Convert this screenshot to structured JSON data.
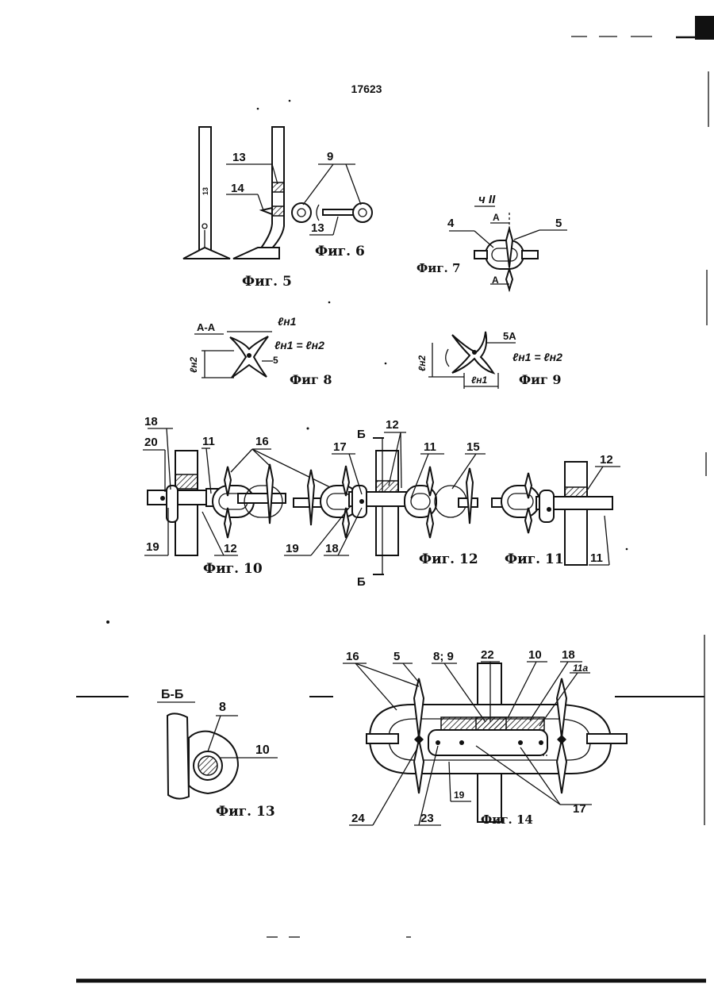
{
  "document": {
    "patent_number": "17623"
  },
  "figures": {
    "fig5": {
      "caption": "Фиг. 5"
    },
    "fig6": {
      "caption": "Фиг. 6",
      "labels": [
        "13",
        "14",
        "9",
        "13"
      ]
    },
    "fig7": {
      "caption": "Фиг. 7",
      "view": "ч II",
      "labels": [
        "4",
        "5",
        "А",
        "А"
      ]
    },
    "fig8": {
      "caption": "Фиг 8",
      "section": "А-А",
      "dims": [
        "ℓн1",
        "ℓн1 = ℓн2",
        "ℓн2"
      ],
      "labels": [
        "5"
      ]
    },
    "fig9": {
      "caption": "Фиг 9",
      "dims": [
        "ℓн2",
        "ℓн1 = ℓн2",
        "ℓн1"
      ],
      "labels": [
        "5А"
      ]
    },
    "fig10": {
      "caption": "Фиг. 10",
      "labels": [
        "18",
        "20",
        "11",
        "16",
        "19",
        "12"
      ]
    },
    "fig12": {
      "caption": "Фиг. 12",
      "section_marks": [
        "Б",
        "Б"
      ],
      "labels": [
        "17",
        "12",
        "11",
        "15",
        "19",
        "18"
      ]
    },
    "fig11": {
      "caption": "Фиг. 11",
      "labels": [
        "12",
        "11"
      ]
    },
    "fig13": {
      "caption": "Фиг. 13",
      "section": "Б-Б",
      "labels": [
        "8",
        "10"
      ]
    },
    "fig14": {
      "caption": "Фиг. 14",
      "labels": [
        "16",
        "5",
        "8; 9",
        "22",
        "10",
        "18",
        "11а",
        "24",
        "23",
        "19",
        "17"
      ]
    }
  }
}
